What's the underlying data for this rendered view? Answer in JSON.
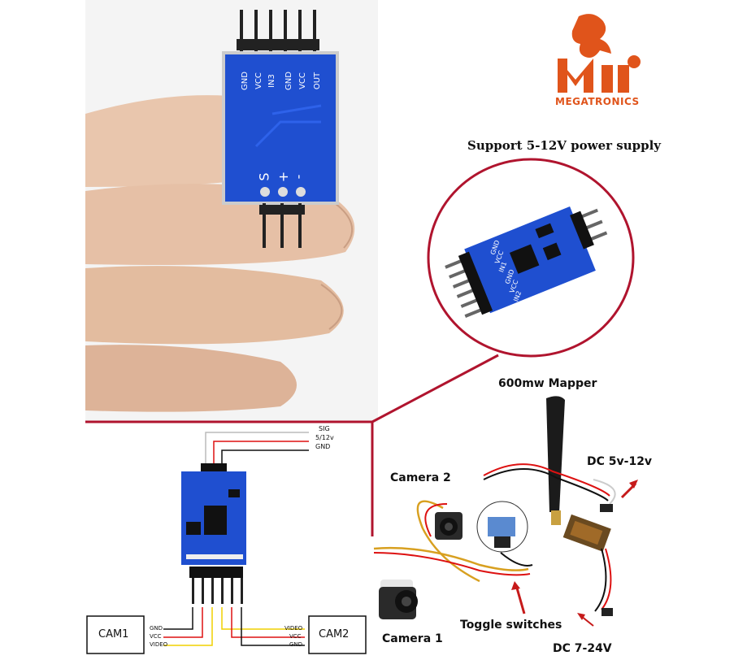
{
  "logo": {
    "name": "MEGATRONICS",
    "mark": "Mi"
  },
  "headline": "Support 5-12V power supply",
  "board_top_pins": [
    "GND",
    "VCC",
    "IN3",
    "GND",
    "VCC",
    "OUT"
  ],
  "board_bottom_pins": [
    "S",
    "+",
    "-"
  ],
  "zoom_board_pins": [
    "GND",
    "VCC",
    "IN1",
    "GND",
    "VCC",
    "IN2"
  ],
  "wiring": {
    "signal_labels": [
      "SIG",
      "5/12v",
      "GND"
    ],
    "cam1": {
      "label": "CAM1",
      "wires": [
        "GND",
        "VCC",
        "VIDEO"
      ]
    },
    "cam2": {
      "label": "CAM2",
      "wires": [
        "VIDEO",
        "VCC",
        "GND"
      ]
    }
  },
  "setup": {
    "mapper": "600mw Mapper",
    "dc_top": "DC 5v-12v",
    "camera2": "Camera 2",
    "camera1": "Camera 1",
    "toggle": "Toggle switches",
    "dc_bottom": "DC 7-24V"
  },
  "colors": {
    "board": "#1f4fd0",
    "frame": "#b0142e",
    "logo": "#e0541b"
  }
}
